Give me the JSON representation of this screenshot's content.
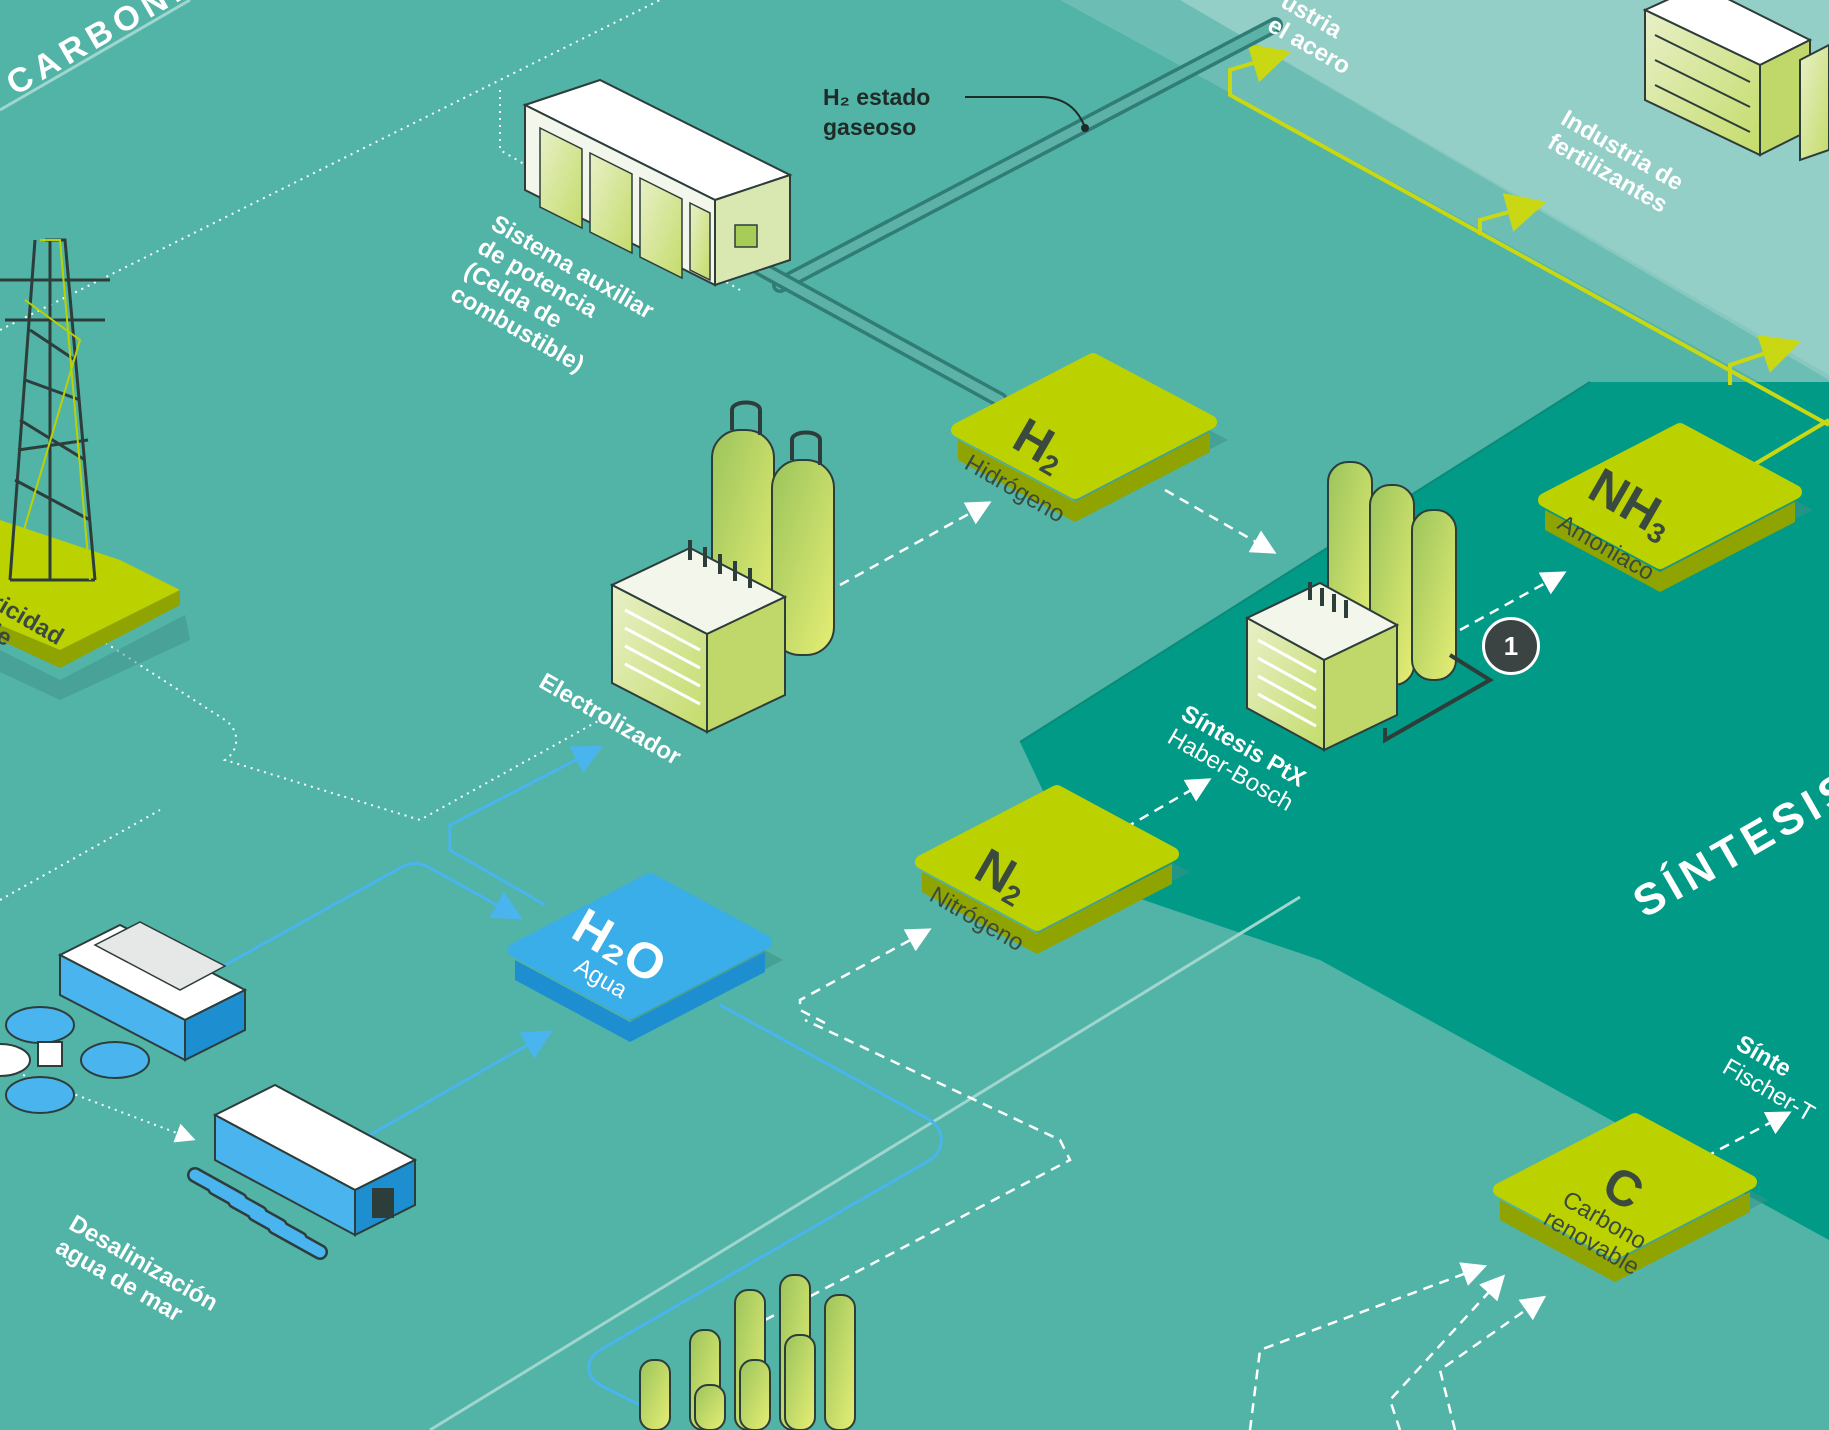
{
  "labels": {
    "top_left_region": "CARBONI",
    "aux_power_system": [
      "Sistema auxiliar",
      "de potencia",
      "(Celda de",
      "combustible)"
    ],
    "electrolyzer": "Electrolizador",
    "desalination": [
      "Desalinización",
      "agua de mar"
    ],
    "fertilizer_industry": [
      "Industria de",
      "fertilizantes"
    ],
    "steel_industry": [
      "ustria",
      "el acero"
    ],
    "electricity_partial": [
      "ricidad",
      "ble"
    ],
    "ptx_synthesis": [
      "Síntesis PtX",
      "Haber-Bosch"
    ],
    "fischer_partial": [
      "Sínte",
      "Fischer-T"
    ],
    "synthesis_region": "SÍNTESIS P"
  },
  "callout": {
    "h2_gas": [
      "H₂ estado",
      "gaseoso"
    ]
  },
  "badge": "1",
  "tiles": {
    "h2": {
      "symbol": "H",
      "sub": "2",
      "name": "Hidrógeno"
    },
    "n2": {
      "symbol": "N",
      "sub": "2",
      "name": "Nitrógeno"
    },
    "nh3": {
      "symbol": "NH",
      "sub": "3",
      "name": "Amoniaco"
    },
    "h2o": {
      "symbol": "H₂O",
      "sub": "",
      "name": "Agua"
    },
    "c": {
      "symbol": "C",
      "sub": "",
      "name": "Carbono renovable",
      "name_lines": [
        "Carbono",
        "renovable"
      ]
    }
  },
  "colors": {
    "background": "#52b3a7",
    "synthesis_area": "#009a86",
    "light_region": "#94cfc7",
    "tile_green": "#bcd200",
    "tile_blue": "#3aaee8",
    "flow_yellow": "#c9d812",
    "flow_blue": "#49b4ee",
    "flow_white": "#ffffff"
  }
}
